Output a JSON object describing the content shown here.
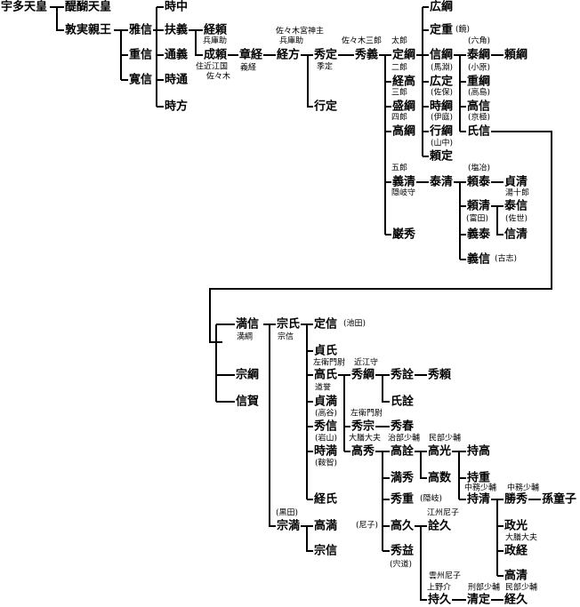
{
  "persons": [
    {
      "id": "uda",
      "name": "宇多天皇"
    },
    {
      "id": "daigo",
      "name": "醍醐天皇"
    },
    {
      "id": "atsuzane",
      "name": "敦実親王"
    },
    {
      "id": "masanobu",
      "name": "雅信"
    },
    {
      "id": "shigenobu",
      "name": "重信"
    },
    {
      "id": "hironobu",
      "name": "寛信"
    },
    {
      "id": "tokinaka",
      "name": "時中"
    },
    {
      "id": "sukeyoshi",
      "name": "扶義"
    },
    {
      "id": "michiyoshi",
      "name": "通義"
    },
    {
      "id": "tokimichi",
      "name": "時通"
    },
    {
      "id": "tokikata",
      "name": "時方"
    },
    {
      "id": "tsuneyori",
      "name": "経頼"
    },
    {
      "id": "nariyori",
      "name": "成頼"
    },
    {
      "id": "noritsune",
      "name": "章経"
    },
    {
      "id": "tsunekata",
      "name": "経方"
    },
    {
      "id": "hidesada",
      "name": "秀定"
    },
    {
      "id": "yukisada",
      "name": "行定"
    },
    {
      "id": "hideyoshi",
      "name": "秀義"
    },
    {
      "id": "hirotsuna",
      "name": "広綱"
    },
    {
      "id": "sadashige",
      "name": "定重"
    },
    {
      "id": "sadatsuna",
      "name": "定綱"
    },
    {
      "id": "nobutsuna",
      "name": "信綱"
    },
    {
      "id": "tsunetaka",
      "name": "経高"
    },
    {
      "id": "hirosada",
      "name": "広定"
    },
    {
      "id": "moritsuna",
      "name": "盛綱"
    },
    {
      "id": "tokitsuna",
      "name": "時綱"
    },
    {
      "id": "takatsuna",
      "name": "高綱"
    },
    {
      "id": "yukitsuna",
      "name": "行綱"
    },
    {
      "id": "yorisada",
      "name": "頼定"
    },
    {
      "id": "yasutsuna",
      "name": "泰綱"
    },
    {
      "id": "yoritsuna",
      "name": "頼綱"
    },
    {
      "id": "shigetsuna",
      "name": "重綱"
    },
    {
      "id": "takanobu",
      "name": "高信"
    },
    {
      "id": "ujinobu",
      "name": "氏信"
    },
    {
      "id": "yoshikiyo",
      "name": "義清"
    },
    {
      "id": "yasukiyo",
      "name": "泰清"
    },
    {
      "id": "yoriyasu",
      "name": "頼泰"
    },
    {
      "id": "sadakiyo",
      "name": "貞清"
    },
    {
      "id": "yorikiyo",
      "name": "頼清"
    },
    {
      "id": "yasunobu",
      "name": "泰信"
    },
    {
      "id": "yoshiyasu",
      "name": "義泰"
    },
    {
      "id": "nobukiyo",
      "name": "信清"
    },
    {
      "id": "yoshinobu",
      "name": "義信"
    },
    {
      "id": "iwahide",
      "name": "巌秀"
    },
    {
      "id": "mitsunobu",
      "name": "満信"
    },
    {
      "id": "munetsuna",
      "name": "宗綱"
    },
    {
      "id": "nobuyoshi",
      "name": "信賀"
    },
    {
      "id": "muneuji",
      "name": "宗氏"
    },
    {
      "id": "munemitsu",
      "name": "宗満"
    },
    {
      "id": "sadanobu",
      "name": "定信"
    },
    {
      "id": "sadauji",
      "name": "貞氏"
    },
    {
      "id": "takauji",
      "name": "高氏"
    },
    {
      "id": "sadamitsu",
      "name": "貞満"
    },
    {
      "id": "hidenobu",
      "name": "秀信"
    },
    {
      "id": "tokimitsu",
      "name": "時満"
    },
    {
      "id": "tsuneuji",
      "name": "経氏"
    },
    {
      "id": "takamitsu",
      "name": "高満"
    },
    {
      "id": "munenobu2",
      "name": "宗信"
    },
    {
      "id": "hidetsuna",
      "name": "秀綱"
    },
    {
      "id": "hideaki",
      "name": "秀詮"
    },
    {
      "id": "hideyori",
      "name": "秀頼"
    },
    {
      "id": "ujiaki",
      "name": "氏詮"
    },
    {
      "id": "hidemune",
      "name": "秀宗"
    },
    {
      "id": "hideharu",
      "name": "秀春"
    },
    {
      "id": "takahide",
      "name": "高秀"
    },
    {
      "id": "takaaki",
      "name": "高詮"
    },
    {
      "id": "mitsuhide",
      "name": "満秀"
    },
    {
      "id": "hideshige",
      "name": "秀重"
    },
    {
      "id": "takahisa",
      "name": "高久"
    },
    {
      "id": "hidemasu",
      "name": "秀益"
    },
    {
      "id": "takamitsu2",
      "name": "高光"
    },
    {
      "id": "takakazu",
      "name": "高数"
    },
    {
      "id": "mochitaka",
      "name": "持高"
    },
    {
      "id": "mochishige",
      "name": "持重"
    },
    {
      "id": "mochikiyo",
      "name": "持清"
    },
    {
      "id": "katsuhide",
      "name": "勝秀"
    },
    {
      "id": "sondoshi",
      "name": "孫童子"
    },
    {
      "id": "masamitsu",
      "name": "政光"
    },
    {
      "id": "masatsune",
      "name": "政経"
    },
    {
      "id": "takakiyo",
      "name": "高清"
    },
    {
      "id": "akihisa",
      "name": "詮久"
    },
    {
      "id": "mochihisa",
      "name": "持久"
    },
    {
      "id": "kiyosada",
      "name": "清定"
    },
    {
      "id": "tsunehisa",
      "name": "経久"
    }
  ],
  "notes": [
    {
      "id": "n_hyogo1",
      "text": "兵庫助"
    },
    {
      "id": "n_omi",
      "text": "住近江国"
    },
    {
      "id": "n_sasaki",
      "text": "佐々木"
    },
    {
      "id": "n_yoshitsune",
      "text": "義経"
    },
    {
      "id": "n_miyagami",
      "text": "佐々木宮神主"
    },
    {
      "id": "n_hyogo2",
      "text": "兵庫助"
    },
    {
      "id": "n_kisada",
      "text": "季定"
    },
    {
      "id": "n_saburo",
      "text": "佐々木三郎"
    },
    {
      "id": "n_taro",
      "text": "太郎"
    },
    {
      "id": "n_jiro",
      "text": "二郎"
    },
    {
      "id": "n_saburo2",
      "text": "三郎"
    },
    {
      "id": "n_shiro",
      "text": "四郎"
    },
    {
      "id": "n_goro",
      "text": "五郎"
    },
    {
      "id": "n_oki",
      "text": "隠岐守"
    },
    {
      "id": "n_kyogoku_paren",
      "text": "(鏡)"
    },
    {
      "id": "n_rokkaku",
      "text": "(六角)"
    },
    {
      "id": "n_umabuchi",
      "text": "(馬淵)"
    },
    {
      "id": "n_ohara",
      "text": "(小原)"
    },
    {
      "id": "n_sahoto",
      "text": "(佐保)"
    },
    {
      "id": "n_takashima",
      "text": "(高島)"
    },
    {
      "id": "n_iba",
      "text": "(伊庭)"
    },
    {
      "id": "n_kyogoku",
      "text": "(京極)"
    },
    {
      "id": "n_yamanaka",
      "text": "(山中)"
    },
    {
      "id": "n_enya",
      "text": "(塩冶)"
    },
    {
      "id": "n_yuzuro",
      "text": "湯十郎"
    },
    {
      "id": "n_tomita",
      "text": "(富田)"
    },
    {
      "id": "n_sase",
      "text": "(佐世)"
    },
    {
      "id": "n_koshi",
      "text": "(古志)"
    },
    {
      "id": "n_ikeda",
      "text": "(池田)"
    },
    {
      "id": "n_mitsutsuna",
      "text": "満綱"
    },
    {
      "id": "n_munenobu_s",
      "text": "宗信"
    },
    {
      "id": "n_saemon1",
      "text": "左衛門尉"
    },
    {
      "id": "n_omikami",
      "text": "近江守"
    },
    {
      "id": "n_dotei",
      "text": "道誉"
    },
    {
      "id": "n_takaya",
      "text": "(高谷)"
    },
    {
      "id": "n_saemon2",
      "text": "左衛門尉"
    },
    {
      "id": "n_iwayama",
      "text": "(岩山)"
    },
    {
      "id": "n_daizen1",
      "text": "大膳大夫"
    },
    {
      "id": "n_jibu",
      "text": "治部少輔"
    },
    {
      "id": "n_minbu",
      "text": "民部少輔"
    },
    {
      "id": "n_kuchiki",
      "text": "(鞍智)"
    },
    {
      "id": "n_nakatsukasa1",
      "text": "中務少輔"
    },
    {
      "id": "n_nakatsukasa2",
      "text": "中務少輔"
    },
    {
      "id": "n_kuroda",
      "text": "(黒田)"
    },
    {
      "id": "n_onkishi",
      "text": "(隠岐)"
    },
    {
      "id": "n_amako",
      "text": "(尼子)"
    },
    {
      "id": "n_goshu_amako",
      "text": "江州尼子"
    },
    {
      "id": "n_daizen2",
      "text": "大膳大夫"
    },
    {
      "id": "n_shishido",
      "text": "(宍道)"
    },
    {
      "id": "n_unshu_amako",
      "text": "雲州尼子"
    },
    {
      "id": "n_kozukenosuke",
      "text": "上野介"
    },
    {
      "id": "n_gyobu",
      "text": "刑部少輔"
    },
    {
      "id": "n_minbu2",
      "text": "民部少輔"
    }
  ]
}
